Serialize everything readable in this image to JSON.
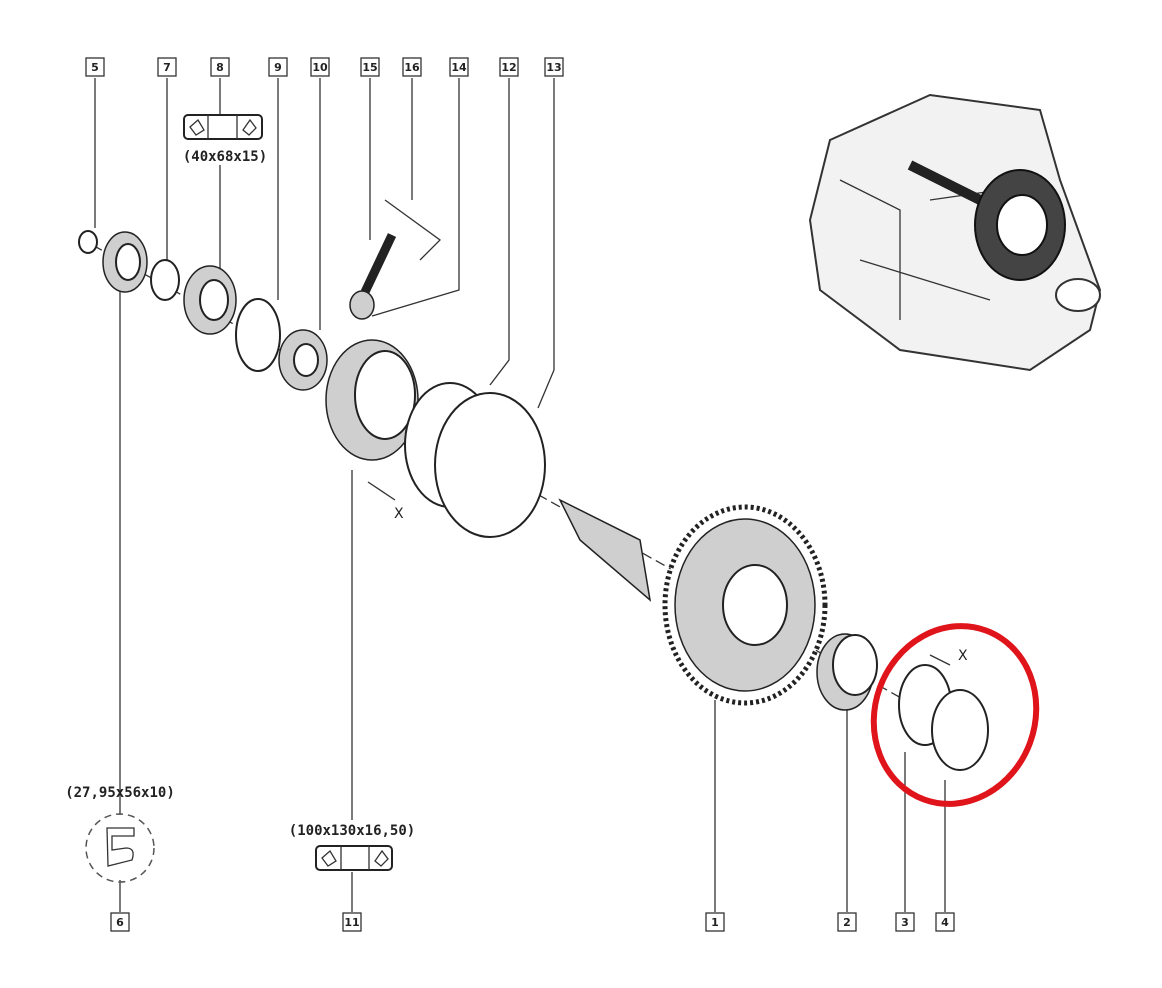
{
  "callouts": {
    "c1": "1",
    "c2": "2",
    "c3": "3",
    "c4": "4",
    "c5": "5",
    "c6": "6",
    "c7": "7",
    "c8": "8",
    "c9": "9",
    "c10": "10",
    "c11": "11",
    "c12": "12",
    "c13": "13",
    "c14": "14",
    "c15": "15",
    "c16": "16"
  },
  "dimensions": {
    "bearing_8": "(40x68x15)",
    "seal_6": "(27,95x56x10)",
    "bearing_11": "(100x130x16,50)"
  },
  "measure_marks": {
    "x_left": "X",
    "x_right": "X"
  },
  "highlight_color": "#e0141b"
}
